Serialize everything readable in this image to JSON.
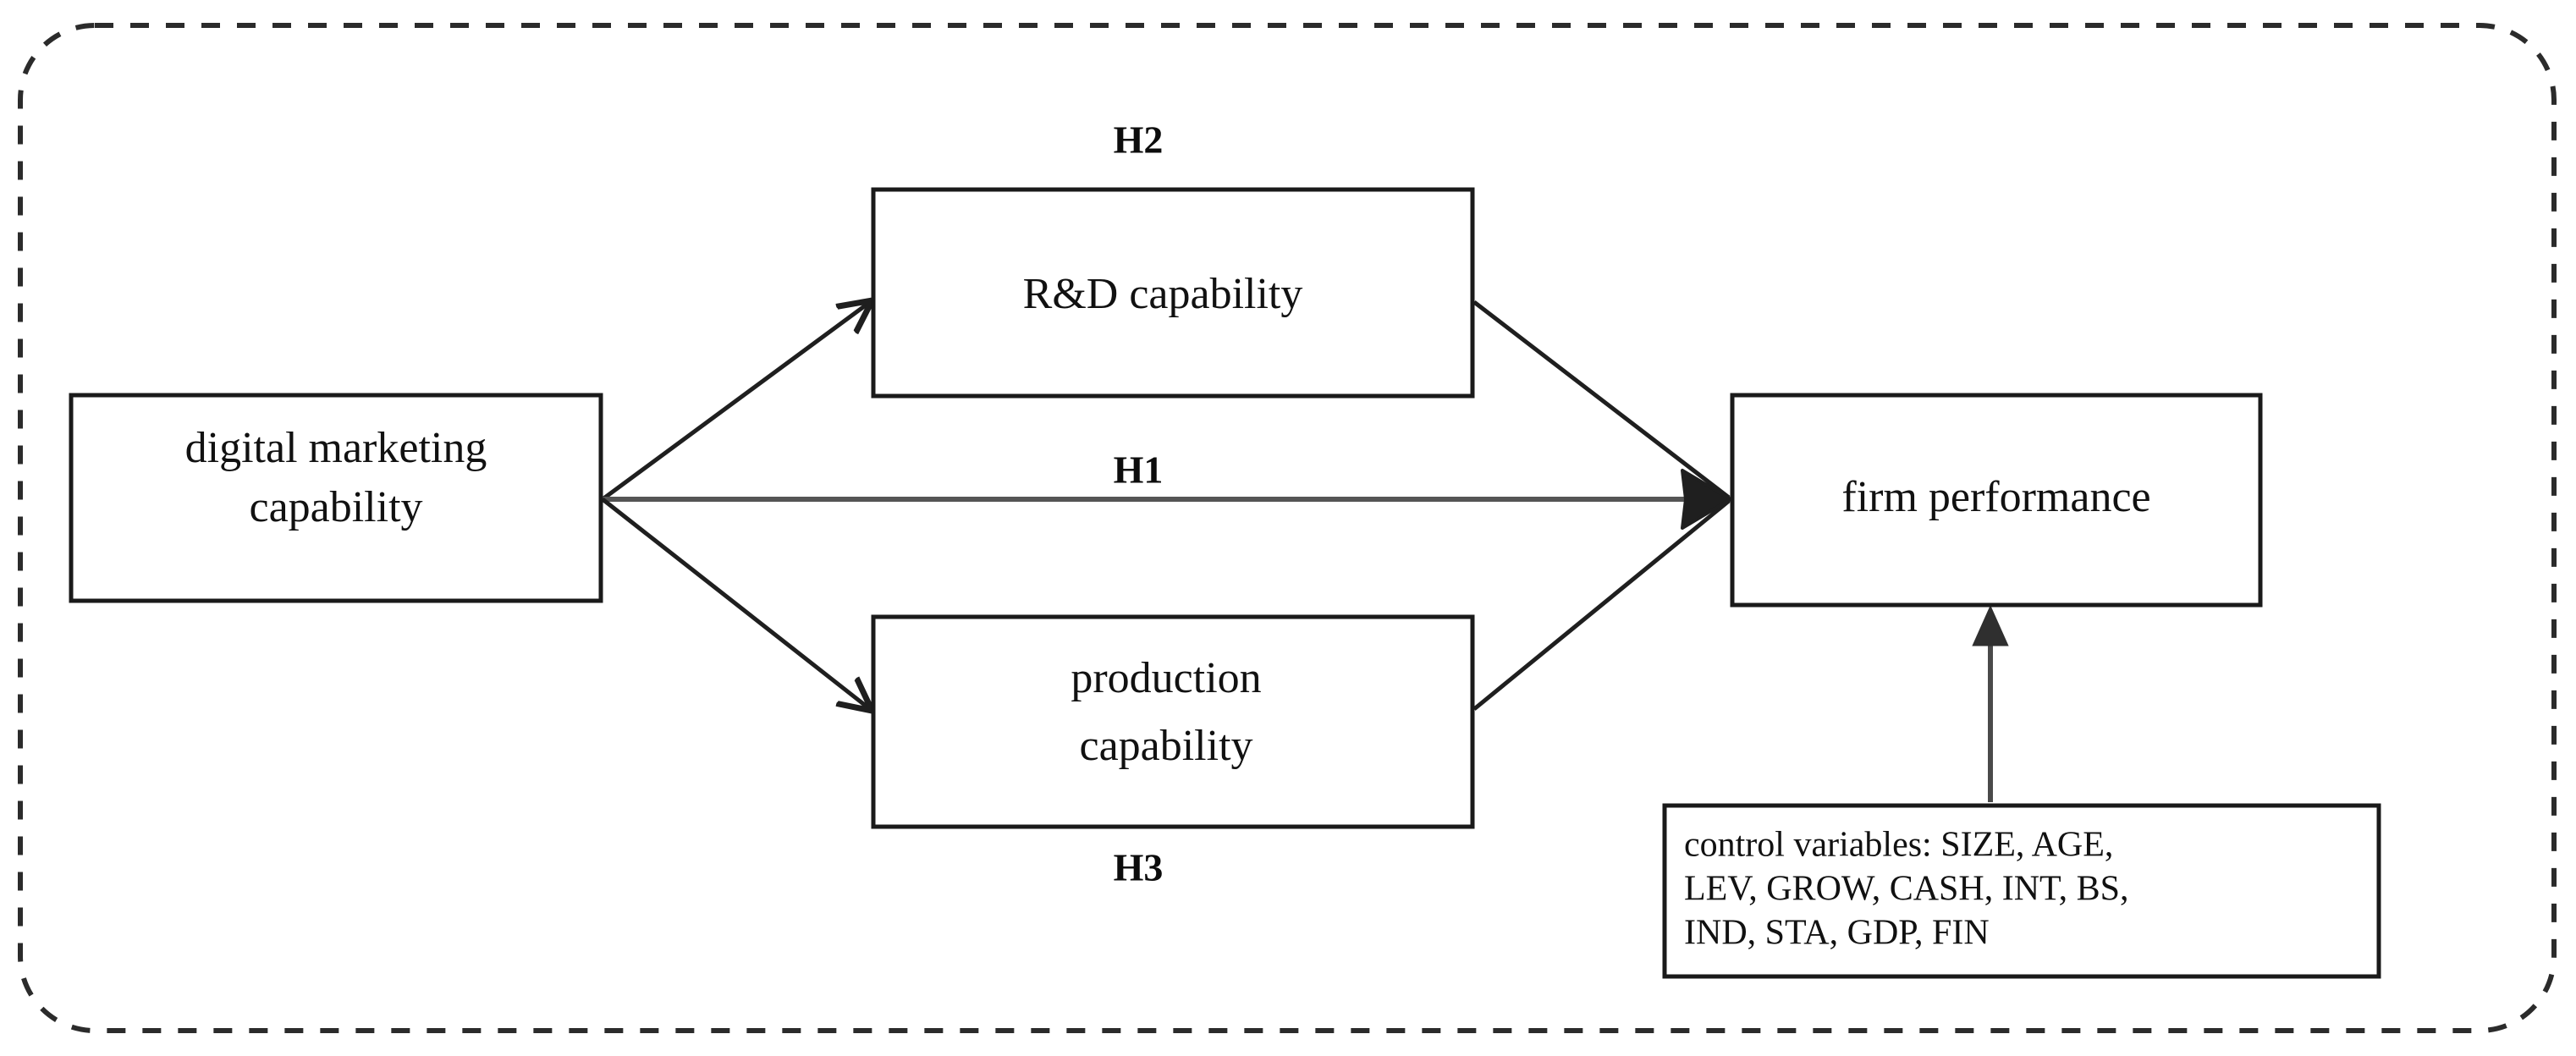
{
  "figure": {
    "type": "conceptual-research-model-diagram",
    "background_color": "#ffffff",
    "border_color": "#2b2b2b",
    "node_stroke_color": "#1a1a1a",
    "arrow_color": "#1f1f1f"
  },
  "nodes": {
    "digital_marketing": {
      "line1": "digital marketing",
      "line2": "capability"
    },
    "rd_capability": {
      "line1": "R&D capability"
    },
    "production_capability": {
      "line1": "production",
      "line2": "capability"
    },
    "firm_performance": {
      "line1": "firm performance"
    }
  },
  "hypotheses": {
    "h1": "H1",
    "h2": "H2",
    "h3": "H3"
  },
  "control_variables": {
    "line1": "control variables: SIZE, AGE,",
    "line2": "LEV, GROW, CASH, INT, BS,",
    "line3": "IND, STA, GDP, FIN"
  },
  "relationships": [
    {
      "id": "h1",
      "label": "H1",
      "from": "digital marketing capability",
      "to": "firm performance"
    },
    {
      "id": "h2a",
      "label": "H2",
      "from": "digital marketing capability",
      "to": "R&D capability"
    },
    {
      "id": "h2b",
      "label": "H2",
      "from": "R&D capability",
      "to": "firm performance"
    },
    {
      "id": "h3a",
      "label": "H3",
      "from": "digital marketing capability",
      "to": "production capability"
    },
    {
      "id": "h3b",
      "label": "H3",
      "from": "production capability",
      "to": "firm performance"
    },
    {
      "id": "ctrl",
      "label": "",
      "from": "control variables",
      "to": "firm performance"
    }
  ]
}
